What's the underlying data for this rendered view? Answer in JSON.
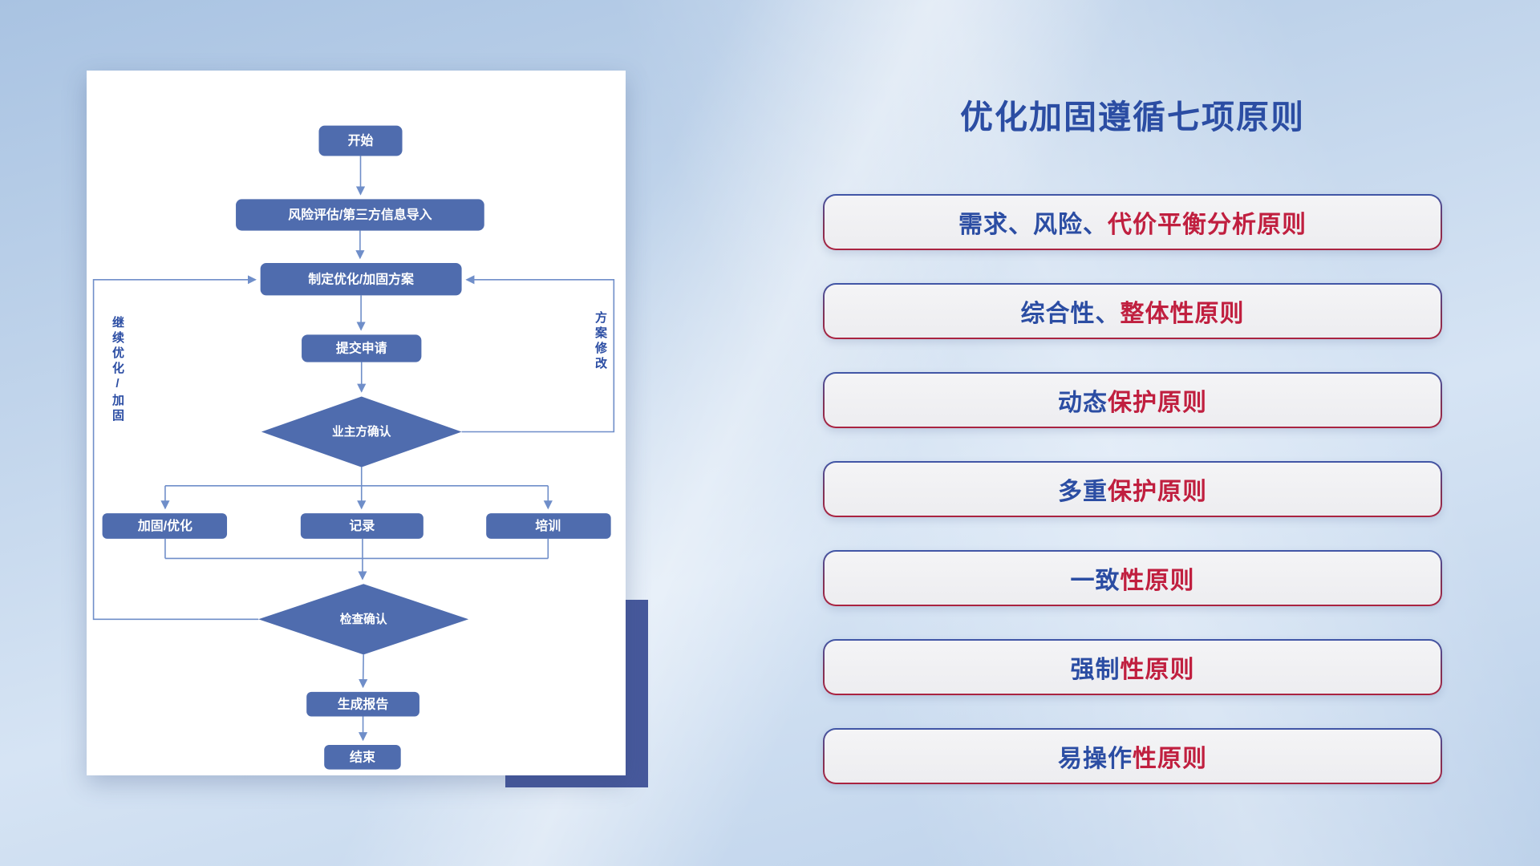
{
  "colors": {
    "red": "#c01f3f",
    "blue": "#2b4da3",
    "node": "#4f6cae",
    "line": "#6f8ec9"
  },
  "title": "优化加固遵循七项原则",
  "flowchart": {
    "nodes": {
      "start": "开始",
      "risk_import": "风险评估/第三方信息导入",
      "make_plan": "制定优化/加固方案",
      "submit": "提交申请",
      "owner_confirm": "业主方确认",
      "harden": "加固/优化",
      "record": "记录",
      "train": "培训",
      "check_confirm": "检查确认",
      "report": "生成报告",
      "end": "结束"
    },
    "loop_labels": {
      "left": "继续优化/加固",
      "right": "方案修改"
    }
  },
  "principles": [
    {
      "segments": [
        {
          "text": "需求、风险、",
          "color": "blue"
        },
        {
          "text": "代价平衡分析原则",
          "color": "red"
        }
      ]
    },
    {
      "segments": [
        {
          "text": "综合性、",
          "color": "blue"
        },
        {
          "text": "整体性原则",
          "color": "red"
        }
      ]
    },
    {
      "segments": [
        {
          "text": "动态",
          "color": "blue"
        },
        {
          "text": "保护原则",
          "color": "red"
        }
      ]
    },
    {
      "segments": [
        {
          "text": "多重",
          "color": "blue"
        },
        {
          "text": "保护原则",
          "color": "red"
        }
      ]
    },
    {
      "segments": [
        {
          "text": "一致",
          "color": "blue"
        },
        {
          "text": "性原则",
          "color": "red"
        }
      ]
    },
    {
      "segments": [
        {
          "text": "强制",
          "color": "blue"
        },
        {
          "text": "性原则",
          "color": "red"
        }
      ]
    },
    {
      "segments": [
        {
          "text": "易操作",
          "color": "blue"
        },
        {
          "text": "性原则",
          "color": "red"
        }
      ]
    }
  ]
}
